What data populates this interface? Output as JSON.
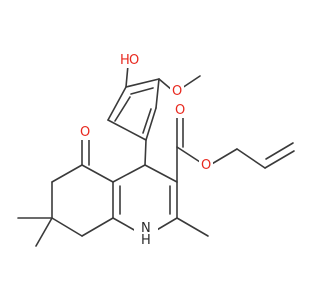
{
  "molecule": {
    "atoms": {
      "hydroxyl_O": "O",
      "hydroxyl_H": "H",
      "methoxy_O": "O",
      "ketone_O": "O",
      "ester_carbonyl_O": "O",
      "ester_ether_O": "O",
      "amine_N": "N",
      "amine_H": "H"
    },
    "colors": {
      "bond": "#3a3a3a",
      "oxygen": "#e8281e",
      "nitrogen_hydrogen": "#2a2a2a",
      "background": "#ffffff"
    }
  }
}
